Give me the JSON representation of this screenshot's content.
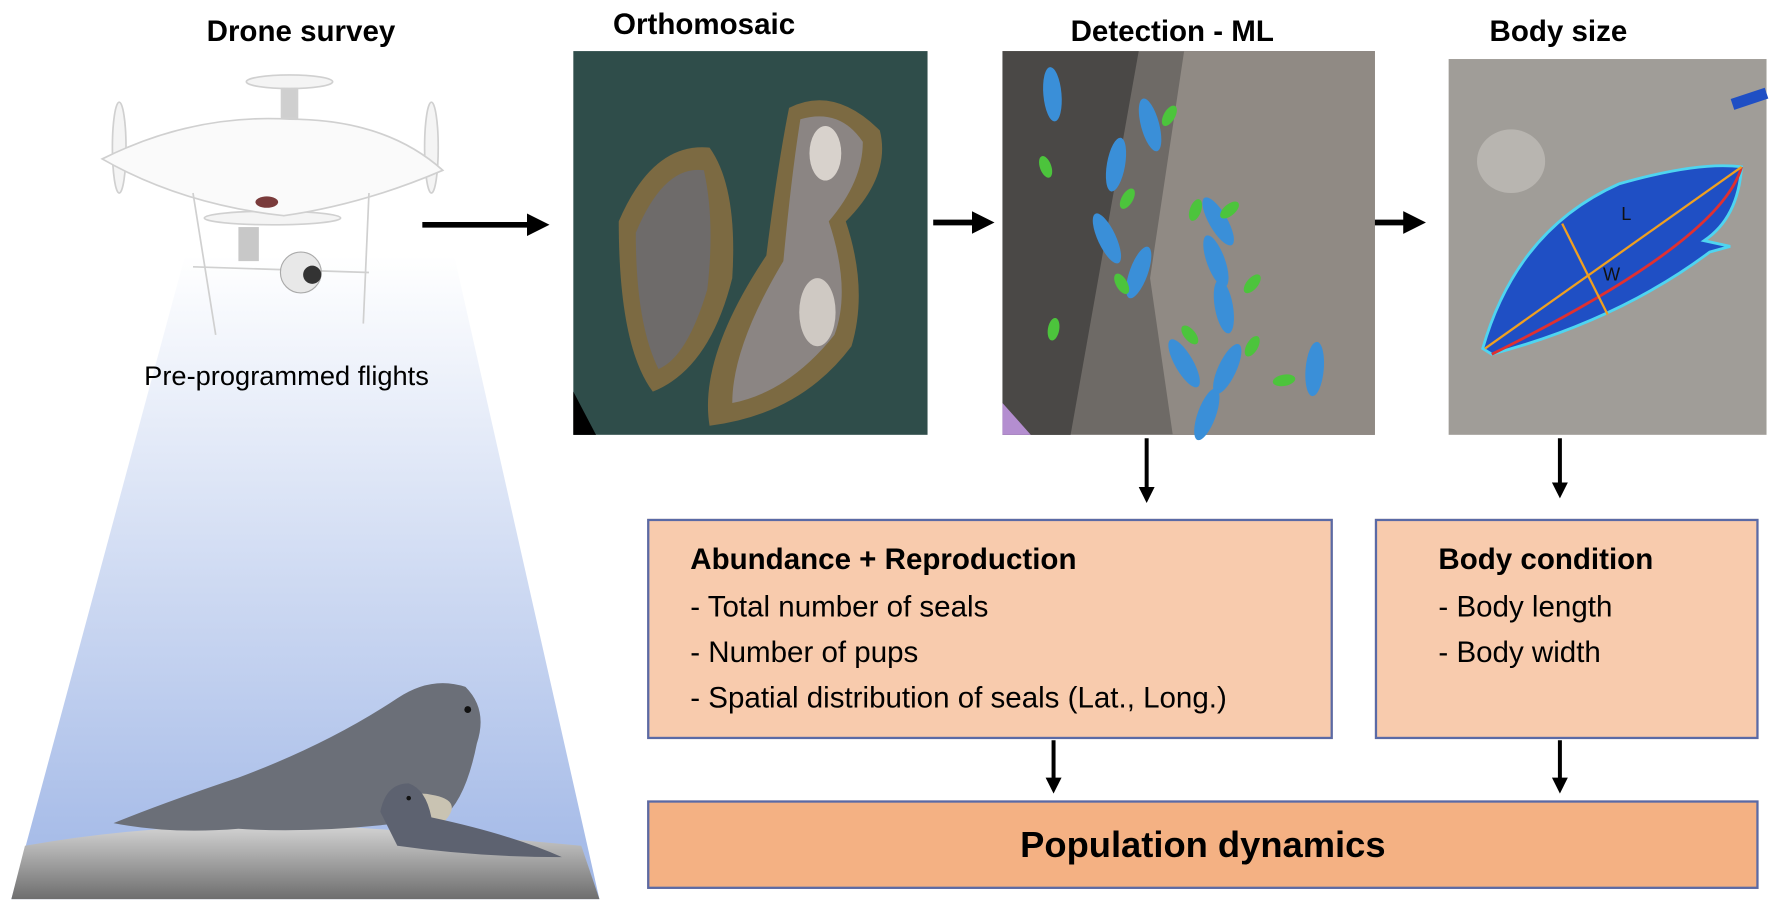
{
  "steps": {
    "drone": {
      "title": "Drone survey",
      "caption": "Pre-programmed flights"
    },
    "ortho": {
      "title": "Orthomosaic"
    },
    "detect": {
      "title": "Detection - ML"
    },
    "size": {
      "title": "Body size",
      "label_length": "L",
      "label_width": "W"
    }
  },
  "abundance": {
    "title": "Abundance + Reproduction",
    "items": [
      "- Total number of seals",
      "- Number of pups",
      "- Spatial distribution of seals (Lat., Long.)"
    ]
  },
  "condition": {
    "title": "Body condition",
    "items": [
      "- Body length",
      "- Body width"
    ]
  },
  "outcome": {
    "title": "Population dynamics"
  },
  "colors": {
    "box": "#f8cbad",
    "outcome": "#f4b183",
    "adult_seal": "#3a8fd8",
    "pup_seal": "#4cc43c",
    "measure_fill": "#1f4fc4"
  }
}
